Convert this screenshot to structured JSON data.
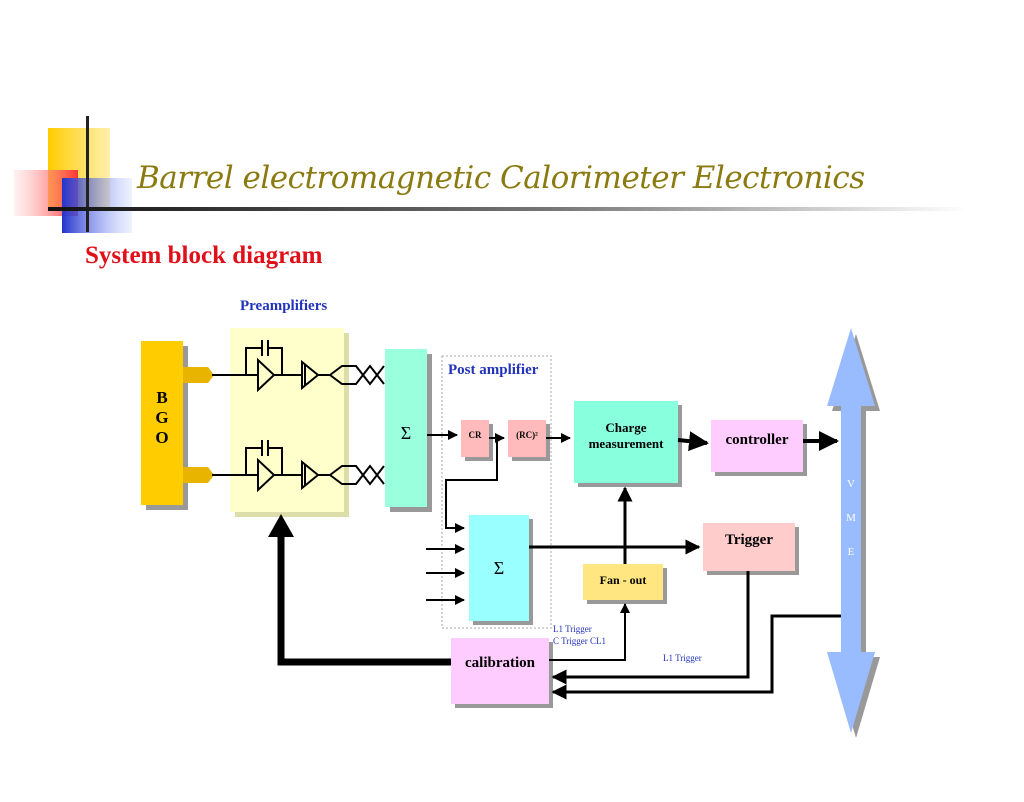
{
  "slide": {
    "title": "Barrel electromagnetic Calorimeter Electronics",
    "subtitle": "System block diagram"
  },
  "diagram": {
    "preamplifiers_label": "Preamplifiers",
    "post_amplifier_label": "Post amplifier",
    "bgo_letters": [
      "B",
      "G",
      "O"
    ],
    "sigma_top": "Σ",
    "sigma_bottom": "Σ",
    "cr_label": "CR",
    "rc_label": "(RC)²",
    "charge_line1": "Charge",
    "charge_line2": "measurement",
    "controller_label": "controller",
    "trigger_label": "Trigger",
    "fanout_label": "Fan - out",
    "calibration_label": "calibration",
    "vme_letters": [
      "V",
      "M",
      "E"
    ],
    "l1_trigger_line1": "L1 Trigger",
    "l1_trigger_line2": "C Trigger CL1",
    "l1_trigger_right": "L1 Trigger"
  },
  "colors": {
    "title": "#8b7a10",
    "subtitle": "#e0101a",
    "label_blue": "#2233bb",
    "bgo": "#ffcc00",
    "preamp_bg": "#ffffcc",
    "sigma_top": "#99ffdd",
    "sigma_bottom": "#99ffff",
    "cr_box": "#ffbbbb",
    "charge": "#88ffdd",
    "controller": "#ffccff",
    "trigger": "#ffcccc",
    "fanout": "#ffe680",
    "calibration": "#ffccff",
    "vme": "#99bbff"
  }
}
